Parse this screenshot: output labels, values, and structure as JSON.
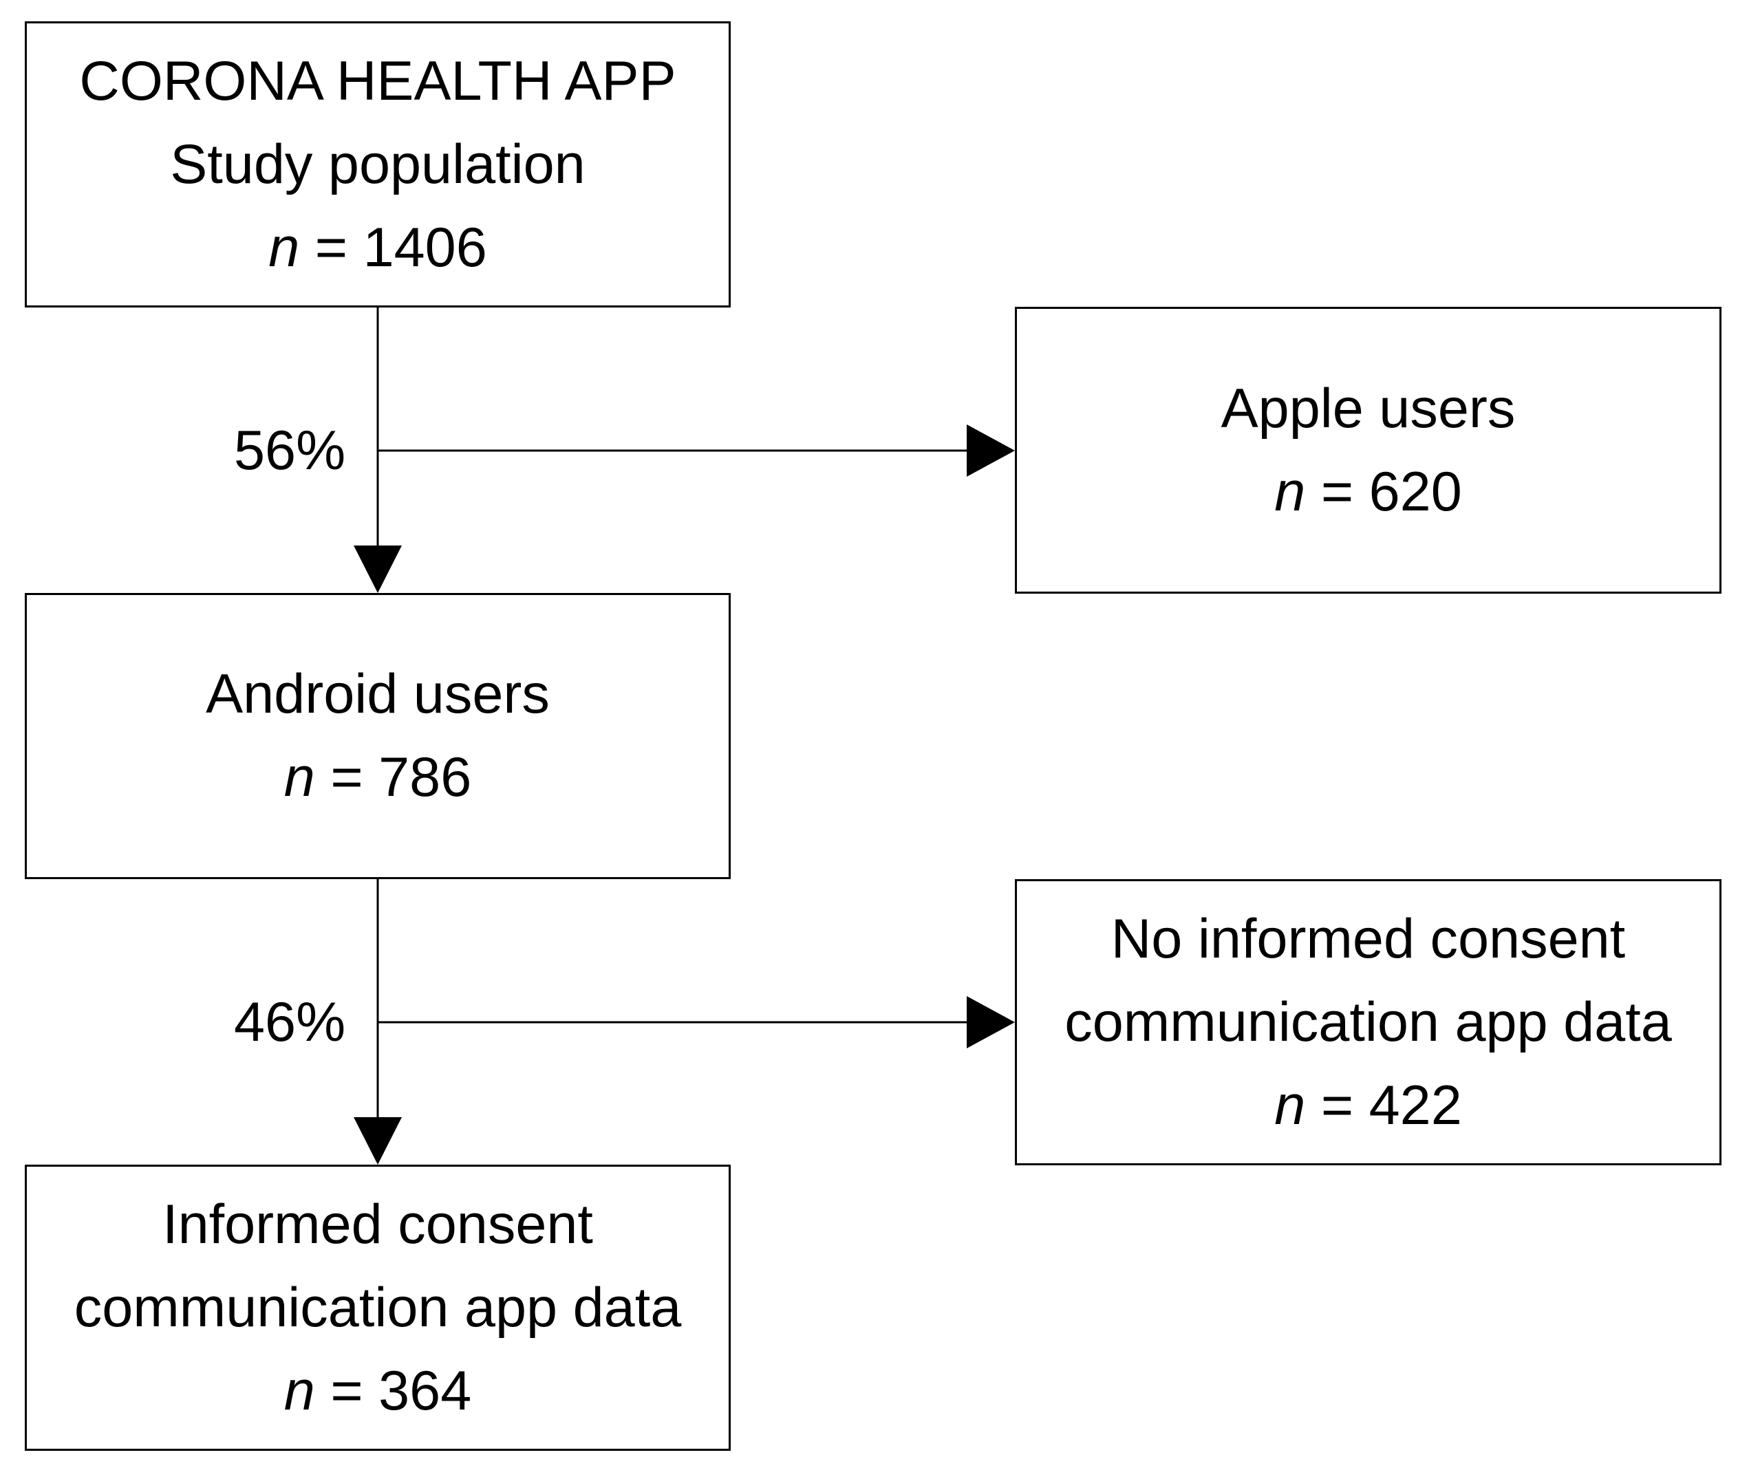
{
  "diagram": {
    "nodes": {
      "study": {
        "title": "CORONA HEALTH APP",
        "subtitle": "Study population",
        "n_label": "n",
        "n_value": "= 1406"
      },
      "apple": {
        "title": "Apple users",
        "n_label": "n",
        "n_value": "= 620"
      },
      "android": {
        "title": "Android users",
        "n_label": "n",
        "n_value": "= 786"
      },
      "no_consent": {
        "line1": "No informed consent",
        "line2": "communication app data",
        "n_label": "n",
        "n_value": "= 422"
      },
      "consent": {
        "line1": "Informed consent",
        "line2": "communication app data",
        "n_label": "n",
        "n_value": "= 364"
      }
    },
    "edges": {
      "to_apple_pct": "56%",
      "to_no_consent_pct": "46%"
    }
  }
}
